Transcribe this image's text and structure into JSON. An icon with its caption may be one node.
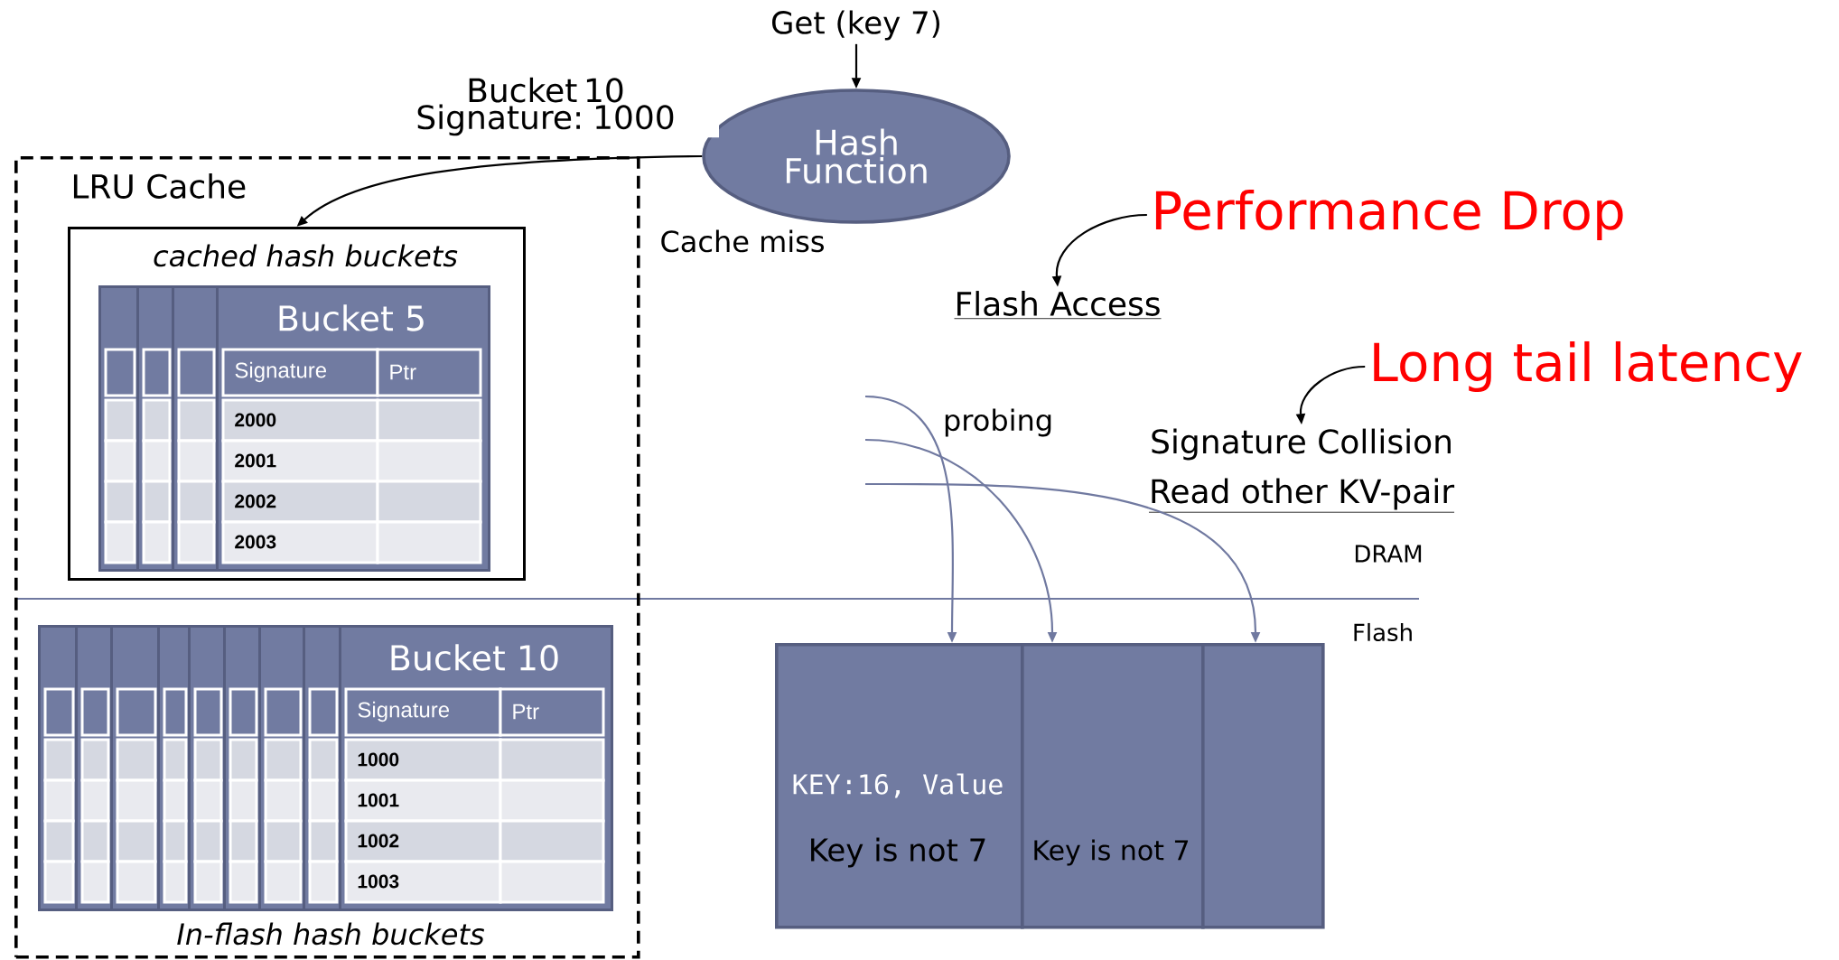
{
  "diagram": {
    "nodes": [
      {
        "text": [
          "Get (key 7)"
        ]
      },
      {
        "text": [
          "Hash Function"
        ]
      },
      {
        "text": [
          "LRU Cache"
        ]
      },
      {
        "text": [
          "cached hash buckets"
        ],
        "in": 2
      },
      {
        "text": [],
        "shape": "box",
        "in": 3
      },
      {
        "text": [],
        "shape": "box",
        "in": 3
      },
      {
        "text": [],
        "shape": "box",
        "in": 3
      },
      {
        "text": [
          "Bucket 5",
          "Signature",
          "Ptr",
          "2000",
          "2001",
          "2002",
          "2003"
        ],
        "in": 3
      },
      {
        "text": [],
        "shape": "box",
        "in": 2
      },
      {
        "text": [],
        "shape": "box",
        "in": 2
      },
      {
        "text": [],
        "shape": "box",
        "in": 2
      },
      {
        "text": [],
        "shape": "box",
        "in": 2
      },
      {
        "text": [],
        "shape": "box",
        "in": 2
      },
      {
        "text": [],
        "shape": "box",
        "in": 2
      },
      {
        "text": [],
        "shape": "box",
        "in": 2
      },
      {
        "text": [],
        "shape": "box",
        "in": 2
      },
      {
        "text": [
          "Bucket 10",
          "Signature",
          "Ptr",
          "1000",
          "1001",
          "1002",
          "1003"
        ],
        "in": 2
      },
      {
        "text": [
          "Flash Access"
        ]
      },
      {
        "text": [
          "Performance Drop"
        ]
      },
      {
        "text": [
          "Long tail latency"
        ]
      },
      {
        "text": [
          "Signature Collision",
          "Read other KV-pair"
        ]
      },
      {
        "text": [
          "KEY:16, Value",
          "Key is not 7"
        ]
      },
      {
        "text": [
          "Key is not 7"
        ]
      },
      {
        "text": [],
        "shape": "box"
      }
    ],
    "edges": [
      {
        "from": 0,
        "to": 1,
        "arrow": "to"
      },
      {
        "from": 1,
        "to": 3,
        "arrow": "to",
        "label": "Bucket 10 Signature: 1000"
      },
      {
        "from": 18,
        "to": 17,
        "arrow": "to"
      },
      {
        "from": 19,
        "to": 20,
        "arrow": "to"
      },
      {
        "from": null,
        "to": 21,
        "arrow": "to",
        "color": "#7079a0"
      },
      {
        "from": null,
        "to": 22,
        "arrow": "to",
        "color": "#7079a0"
      },
      {
        "from": null,
        "to": 23,
        "arrow": "to",
        "color": "#7079a0"
      }
    ],
    "labels": [
      "Cache miss",
      "probing",
      "DRAM",
      "Flash",
      "In-flash hash buckets"
    ]
  }
}
